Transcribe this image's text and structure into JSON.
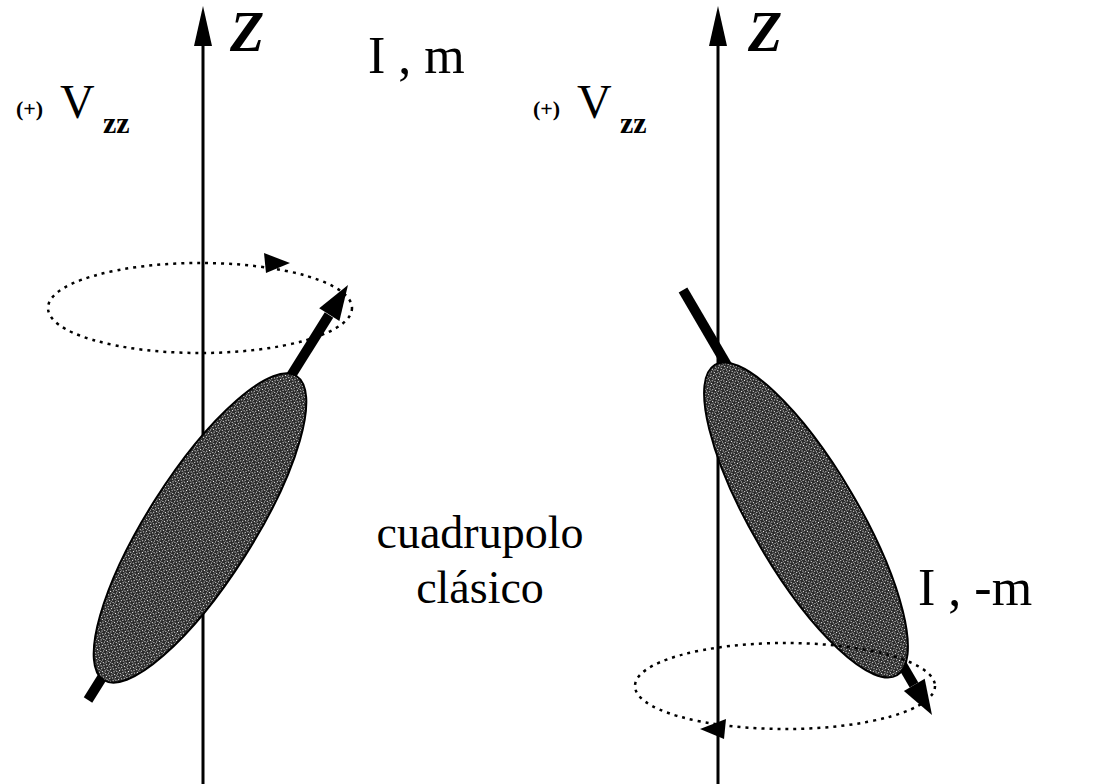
{
  "diagram": {
    "labels": [
      "Z",
      "(+)",
      "V",
      "zz",
      "I , m",
      "cuadrupolo clásico",
      "Z",
      "(+)",
      "V",
      "zz",
      "I , -m"
    ]
  }
}
